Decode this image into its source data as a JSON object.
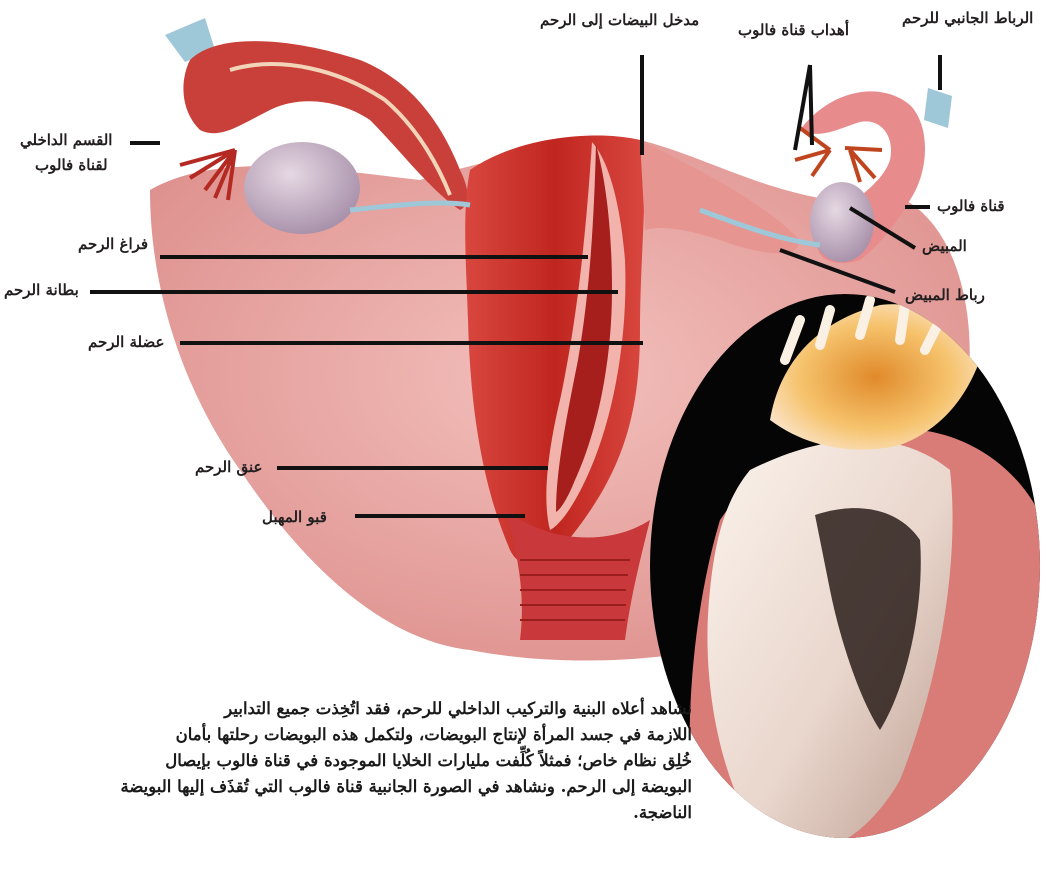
{
  "labels": {
    "uterus_entrance": "مدخل البيضات إلى الرحم",
    "tube_fimbriae": "أهداب قناة فالوب",
    "broad_ligament": "الرباط الجانبي للرحم",
    "tube_inner_line1": "القسم الداخلي",
    "tube_inner_line2": "لقناة فالوب",
    "fallopian_tube": "قناة فالوب",
    "ovary": "المبيض",
    "ovary_ligament": "رباط المبيض",
    "uterine_cavity": "فراغ الرحم",
    "endometrium": "بطانة الرحم",
    "myometrium": "عضلة الرحم",
    "cervix": "عنق الرحم",
    "vaginal_vault": "قبو المهبل"
  },
  "caption": {
    "line1": "نشاهد أعلاه البنية والتركيب الداخلي للرحم، فقد اتُخِذت جميع التدابير",
    "line2": "اللازمة في جسد المرأة لإنتاج البويضات، ولتكمل هذه البويضات رحلتها بأمان",
    "line3": "خُلِق نظام خاص؛ فمثلاً كُلِّفت مليارات الخلايا الموجودة في قناة فالوب بإيصال",
    "line4": "البويضة إلى الرحم. ونشاهد في الصورة الجانبية قناة فالوب التي تُقذَف إليها البويضة",
    "line5": "الناضجة."
  },
  "colors": {
    "tissue": "#e8a3a0",
    "muscle": "#c8302a",
    "cavity": "#a61f1c",
    "endometrium": "#f2b3ad",
    "ovary": "#cbb7c9",
    "ligament": "#9ec7d8",
    "leader_line": "#111111",
    "photo_background": "#050505"
  }
}
